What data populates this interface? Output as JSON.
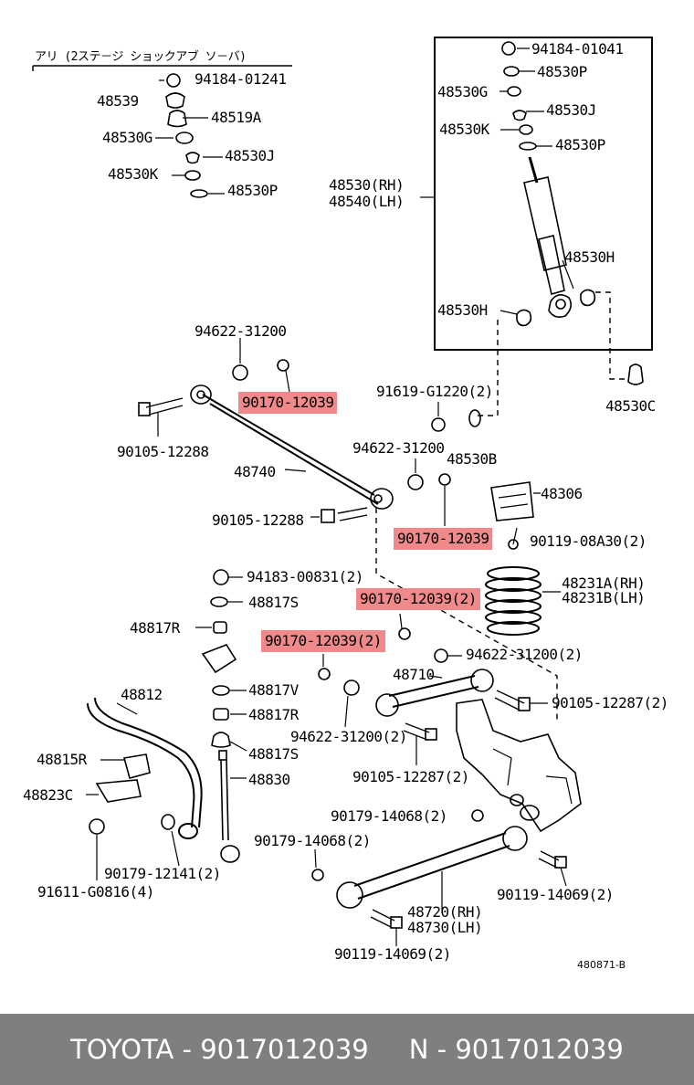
{
  "labels": {
    "ari_note": "アリ (2ステ－ジ ショックアブ ソ－バ)",
    "p94184_01241": "94184-01241",
    "p48539": "48539",
    "p48519a": "48519A",
    "p48530g_l": "48530G",
    "p48530j_l": "48530J",
    "p48530k_l": "48530K",
    "p48530p_l": "48530P",
    "p94184_01041": "94184-01041",
    "p48530p_r1": "48530P",
    "p48530g_r": "48530G",
    "p48530j_r": "48530J",
    "p48530k_r": "48530K",
    "p48530p_r2": "48530P",
    "p48530_rh": "48530(RH)",
    "p48540_lh": "48540(LH)",
    "p48530h_r": "48530H",
    "p48530h_l": "48530H",
    "p48530c": "48530C",
    "p94622_31200_a": "94622-31200",
    "p90170_a": "90170-12039",
    "p91619": "91619-G1220(2)",
    "p90105_12288_a": "90105-12288",
    "p94622_31200_b": "94622-31200",
    "p48530b": "48530B",
    "p48740": "48740",
    "p48306": "48306",
    "p90105_12288_b": "90105-12288",
    "p90170_b": "90170-12039",
    "p90119_08a30": "90119-08A30(2)",
    "p94183": "94183-00831(2)",
    "p48231a": "48231A(RH)",
    "p48231b": "48231B(LH)",
    "p48817s_a": "48817S",
    "p90170_c": "90170-12039(2)",
    "p48817r_a": "48817R",
    "p90170_d": "90170-12039(2)",
    "p94622_31200_c": "94622-31200(2)",
    "p48710": "48710",
    "p48812": "48812",
    "p48817v": "48817V",
    "p90105_12287_a": "90105-12287(2)",
    "p48817r_b": "48817R",
    "p94622_31200_d": "94622-31200(2)",
    "p48815r": "48815R",
    "p48817s_b": "48817S",
    "p90105_12287_b": "90105-12287(2)",
    "p48830": "48830",
    "p48823c": "48823C",
    "p90179_14068_a": "90179-14068(2)",
    "p90179_14068_b": "90179-14068(2)",
    "p90179_12141": "90179-12141(2)",
    "p91611": "91611-G0816(4)",
    "p90119_14069_a": "90119-14069(2)",
    "p48720": "48720(RH)",
    "p48730": "48730(LH)",
    "p90119_14069_b": "90119-14069(2)",
    "diagram_code": "480871-B"
  },
  "highlight_color": "#f08a8a",
  "footer": {
    "brand_part": "TOYOTA - 9017012039",
    "n_part": "N - 9017012039",
    "background": "#7f7f7f"
  }
}
